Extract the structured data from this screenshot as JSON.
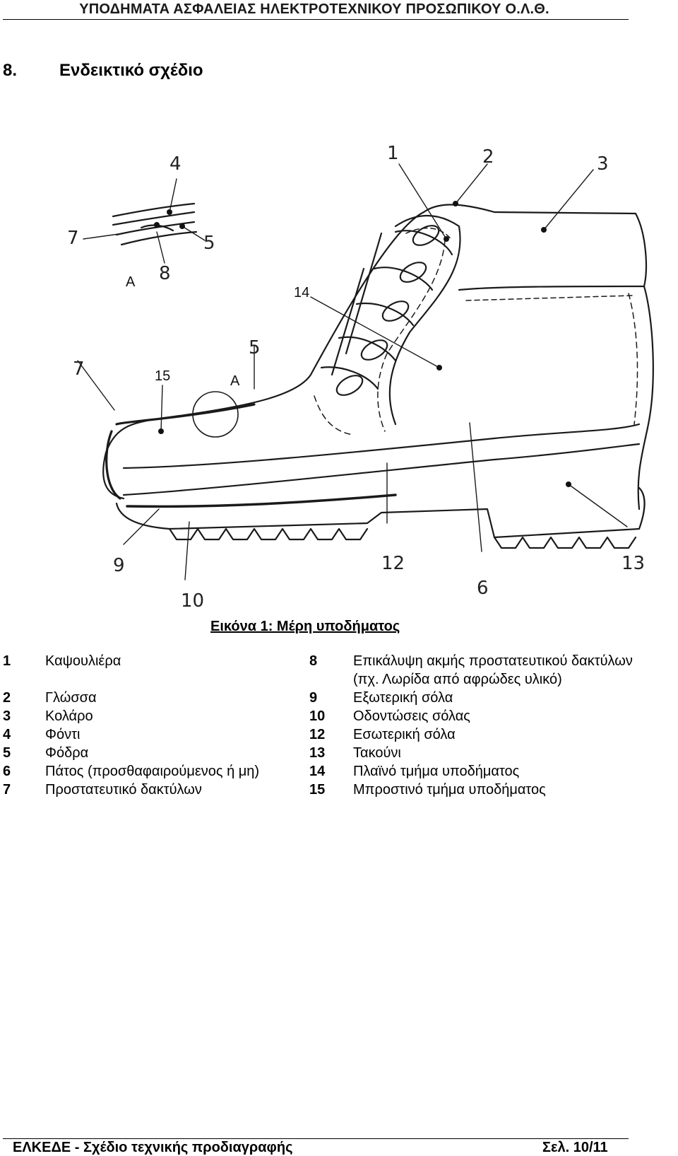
{
  "header": {
    "title": "ΥΠΟΔΗΜΑΤΑ ΑΣΦΑΛΕΙΑΣ ΗΛΕΚΤΡΟΤΕΧΝΙΚΟΥ ΠΡΟΣΩΠΙΚΟΥ Ο.Λ.Θ."
  },
  "section": {
    "number": "8.",
    "title": "Ενδεικτικό σχέδιο"
  },
  "figure": {
    "callouts": {
      "c1": "1",
      "c2": "2",
      "c3": "3",
      "c4": "4",
      "c5a": "5",
      "c5b": "5",
      "c6": "6",
      "c7a": "7",
      "c7b": "7",
      "c8": "8",
      "c9": "9",
      "c10": "10",
      "c12": "12",
      "c13": "13",
      "c14": "14",
      "c15": "15",
      "ca1": "A",
      "ca2": "A"
    },
    "caption": "Εικόνα 1: Μέρη υποδήματος"
  },
  "legend": {
    "left": [
      {
        "num": "1",
        "text": "Καψουλιέρα"
      },
      {
        "num": "2",
        "text": "Γλώσσα"
      },
      {
        "num": "3",
        "text": "Κολάρο"
      },
      {
        "num": "4",
        "text": "Φόντι"
      },
      {
        "num": "5",
        "text": "Φόδρα"
      },
      {
        "num": "6",
        "text": "Πάτος (προσθαφαιρούμενος ή μη)"
      },
      {
        "num": "7",
        "text": "Προστατευτικό δακτύλων"
      }
    ],
    "right": [
      {
        "num": "8",
        "text": "Επικάλυψη ακμής προστατευτικού δακτύλων",
        "text2": "(πχ. Λωρίδα από αφρώδες υλικό)"
      },
      {
        "num": "9",
        "text": "Εξωτερική σόλα"
      },
      {
        "num": "10",
        "text": "Οδοντώσεις σόλας"
      },
      {
        "num": "12",
        "text": "Εσωτερική σόλα"
      },
      {
        "num": "13",
        "text": "Τακούνι"
      },
      {
        "num": "14",
        "text": "Πλαϊνό τμήμα υποδήματος"
      },
      {
        "num": "15",
        "text": "Μπροστινό τμήμα υποδήματος"
      }
    ]
  },
  "footer": {
    "left": "ΕΛΚΕΔΕ - Σχέδιο τεχνικής προδιαγραφής",
    "right": "Σελ. 10/11"
  }
}
